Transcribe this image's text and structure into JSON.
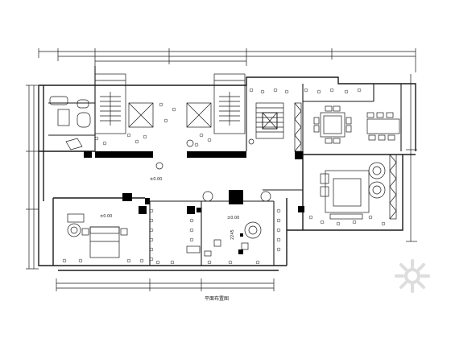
{
  "drawing": {
    "caption": "平面布置图",
    "level_labels": [
      "±0.00",
      "±0.00",
      "±0.00"
    ],
    "dimension_label": "2245"
  },
  "colors": {
    "line": "#1a1a1a",
    "fill_dark": "#000000",
    "watermark": "#dddddd"
  },
  "icons": {
    "watermark": "gear-logo-icon"
  }
}
